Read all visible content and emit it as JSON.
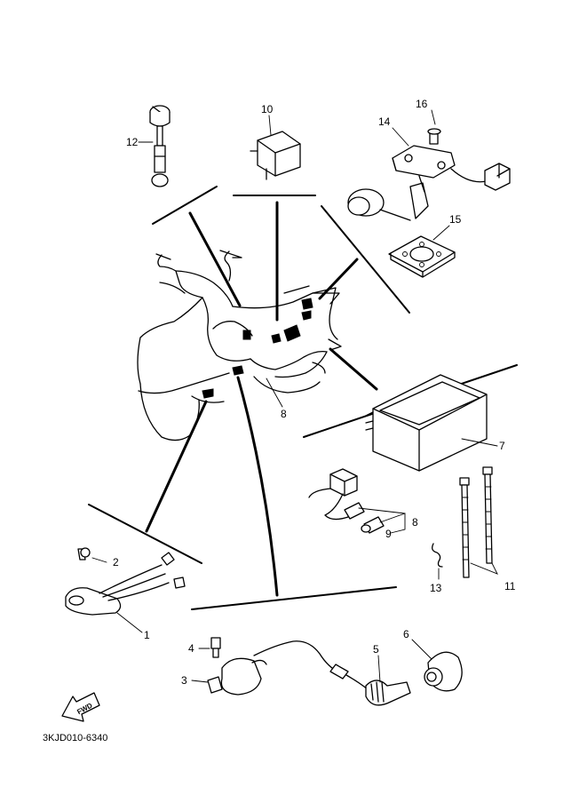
{
  "diagram": {
    "code": "3KJD010-6340",
    "fwd_label": "FWD",
    "callouts": {
      "p1": "1",
      "p2": "2",
      "p3": "3",
      "p4": "4",
      "p5": "5",
      "p6": "6",
      "p7": "7",
      "p8a": "8",
      "p8b": "8",
      "p9": "9",
      "p10": "10",
      "p11": "11",
      "p12": "12",
      "p13": "13",
      "p14": "14",
      "p15": "15",
      "p16": "16"
    }
  }
}
